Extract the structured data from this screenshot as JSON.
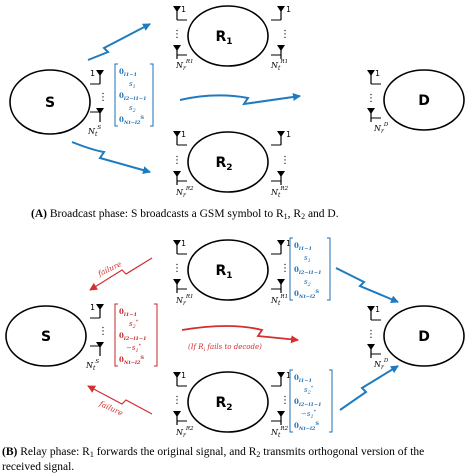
{
  "colors": {
    "link": "#1f7bbf",
    "failure": "#d32f2f",
    "vector_blue": "#1f6fb4",
    "vector_red": "#c62828"
  },
  "nodes": {
    "source": {
      "label": "S"
    },
    "relay1": {
      "label": "R",
      "sub": "1"
    },
    "relay2": {
      "label": "R",
      "sub": "2"
    },
    "dest": {
      "label": "D"
    }
  },
  "antenna": {
    "first_index": "1",
    "dots": "⋮",
    "tx_symbol": "N",
    "tx_sub": "t",
    "rx_symbol": "N",
    "rx_sub": "r",
    "sup_source": "S",
    "sup_relay1": "R1",
    "sup_relay2": "R2",
    "sup_dest": "D"
  },
  "vectors": {
    "gsm": [
      {
        "main": "0",
        "sub": "l1−1"
      },
      {
        "main": "",
        "mid": "s",
        "sub": "1"
      },
      {
        "main": "0",
        "sub": "l2−l1−1"
      },
      {
        "main": "",
        "mid": "s",
        "sub": "2"
      },
      {
        "main": "0",
        "sub": "Nt−l2",
        "sup": "S"
      }
    ],
    "orthogonal": [
      {
        "main": "0",
        "sub": "l1−1"
      },
      {
        "main": "",
        "mid": "s",
        "sub": "2",
        "sup": "*"
      },
      {
        "main": "0",
        "sub": "l2−l1−1"
      },
      {
        "main": "",
        "mid": "−s",
        "sub": "1",
        "sup": "*"
      },
      {
        "main": "0",
        "sub": "Nt−l2",
        "sup": "S"
      }
    ]
  },
  "annotations": {
    "failure": "failure",
    "if_fails": "(If R",
    "if_fails_sub": "i",
    "if_fails_end": " fails to decode)"
  },
  "captions": {
    "a_label": "(A)",
    "a_text": " Broadcast phase: S broadcasts a GSM symbol to R",
    "a_sub1": "1",
    "a_mid": ", R",
    "a_sub2": "2",
    "a_end": " and D.",
    "b_label": "(B)",
    "b_text": " Relay phase: R",
    "b_sub1": "1",
    "b_mid": " forwards the original signal, and R",
    "b_sub2": "2",
    "b_end": " transmits orthogonal version of the",
    "b_line2": "received signal."
  }
}
